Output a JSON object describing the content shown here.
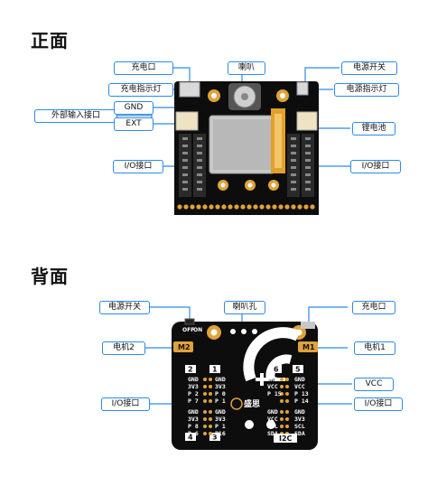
{
  "front": {
    "title": "正面",
    "callouts": {
      "charge_port": "充电口",
      "charge_led": "充电指示灯",
      "ext_input": "外部输入接口",
      "gnd": "GND",
      "ext": "EXT",
      "io_left": "I/O接口",
      "speaker": "喇叭",
      "power_switch": "电源开关",
      "power_led": "电源指示灯",
      "battery": "锂电池",
      "io_right": "I/O接口"
    }
  },
  "back": {
    "title": "背面",
    "callouts": {
      "power_switch": "电源开关",
      "speaker_hole": "喇叭孔",
      "charge_port": "充电口",
      "motor2": "电机2",
      "motor1": "电机1",
      "vcc": "VCC",
      "io_left": "I/O接口",
      "io_right": "I/O接口"
    },
    "board": {
      "switch_off": "OFF",
      "switch_on": "ON",
      "m2": "M2",
      "m1": "M1",
      "brand": "盛思",
      "i2c": "I2C",
      "port2": "2",
      "port1": "1",
      "port6": "6",
      "port5": "5",
      "port4": "4",
      "port3": "3",
      "left_top_pins": [
        "GND",
        "3V3",
        "P 2",
        "P 7"
      ],
      "left_bottom_pins": [
        "GND",
        "3V3",
        "P 8",
        "P 6"
      ],
      "mid_top_pins": [
        "GND",
        "3V3",
        "P 0",
        "P 1"
      ],
      "mid_bottom_pins": [
        "GND",
        "3V3",
        "P 1",
        "P16"
      ],
      "right_top_pins": [
        "GND",
        "VCC",
        "P 13",
        "P 14"
      ],
      "right_bottom_pins": [
        "GND",
        "3V3",
        "SCL",
        "SDA"
      ],
      "back_left_pins": [
        "GND",
        "VCC",
        "P 15"
      ],
      "back_right_pins": [
        "GND",
        "VCC",
        "SCL",
        "SDA"
      ]
    }
  },
  "colors": {
    "callout_border": "#2c8be8",
    "board": "#0d0d0d",
    "gold": "#e0a23a",
    "header": "#2a2a2a"
  }
}
